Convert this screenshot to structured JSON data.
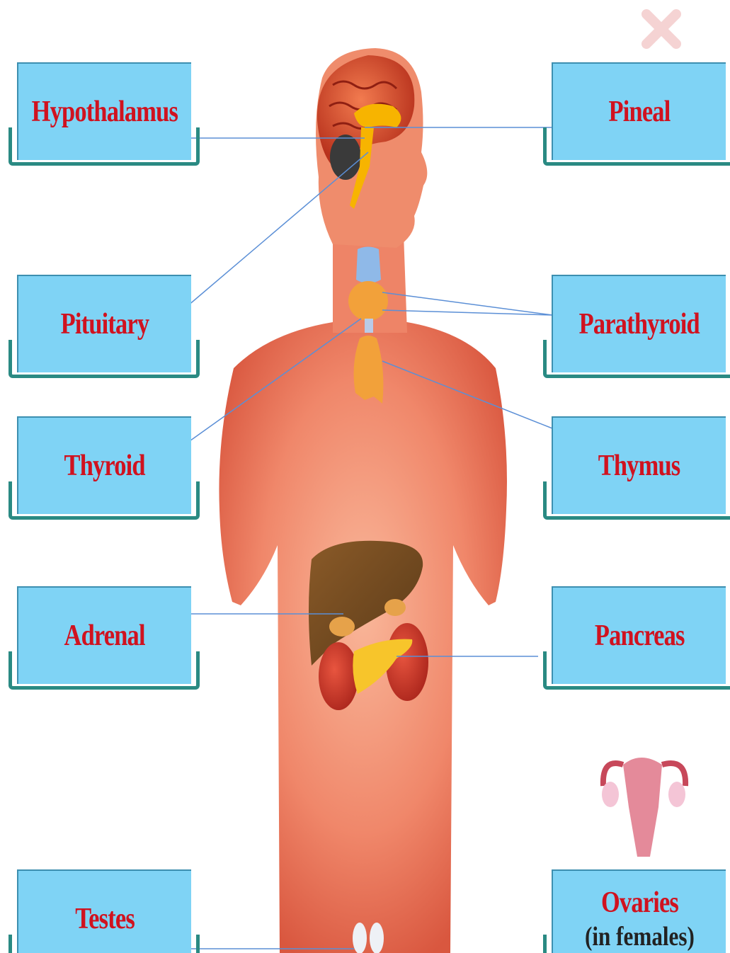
{
  "labels": {
    "hypothalamus": "Hypothalamus",
    "pituitary": "Pituitary",
    "thyroid": "Thyroid",
    "adrenal": "Adrenal",
    "testes": "Testes",
    "pineal": "Pineal",
    "parathyroid": "Parathyroid",
    "thymus": "Thymus",
    "pancreas": "Pancreas",
    "ovaries": "Ovaries",
    "ovaries_note": "(in females)"
  },
  "icons": {
    "close": "close-icon"
  },
  "colors": {
    "label_fill": "#7fd3f5",
    "label_text": "#d0121f",
    "bracket": "#2a8a83",
    "leader_line": "#5b8fd6",
    "skin": "#f08a68"
  }
}
